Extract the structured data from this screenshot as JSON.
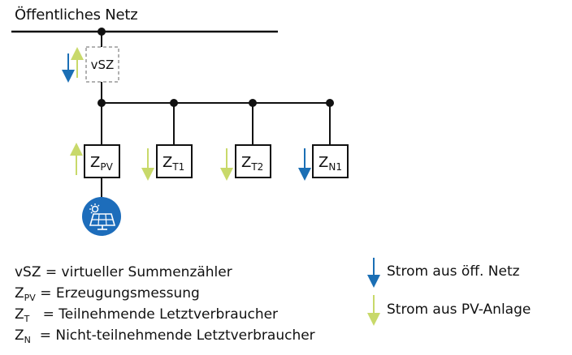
{
  "network": {
    "title": "Öffentliches Netz"
  },
  "diagram": {
    "meter_label": "vSZ",
    "nodes": [
      {
        "main": "Z",
        "sub": "PV",
        "arrow": "up-yellow"
      },
      {
        "main": "Z",
        "sub": "T1",
        "arrow": "down-yellow"
      },
      {
        "main": "Z",
        "sub": "T2",
        "arrow": "down-yellow"
      },
      {
        "main": "Z",
        "sub": "N1",
        "arrow": "down-blue"
      }
    ],
    "pv_icon": "solar-panel-icon"
  },
  "legend": {
    "items": [
      {
        "symbol": "vSZ",
        "sub": "",
        "text": "= virtueller Summenzähler"
      },
      {
        "symbol": "Z",
        "sub": "PV",
        "text": "= Erzeugungsmessung"
      },
      {
        "symbol": "Z",
        "sub": "T",
        "text": "= Teilnehmende Letztverbraucher"
      },
      {
        "symbol": "Z",
        "sub": "N",
        "text": "= Nicht-teilnehmende Letztverbraucher"
      }
    ],
    "arrows": [
      {
        "label": "Strom aus öff. Netz",
        "color": "#1b6fb5"
      },
      {
        "label": "Strom aus PV-Anlage",
        "color": "#c8d96a"
      }
    ]
  },
  "colors": {
    "blue": "#1b6fb5",
    "yellow": "#c8d96a",
    "pv_circle": "#1d6dbb"
  }
}
